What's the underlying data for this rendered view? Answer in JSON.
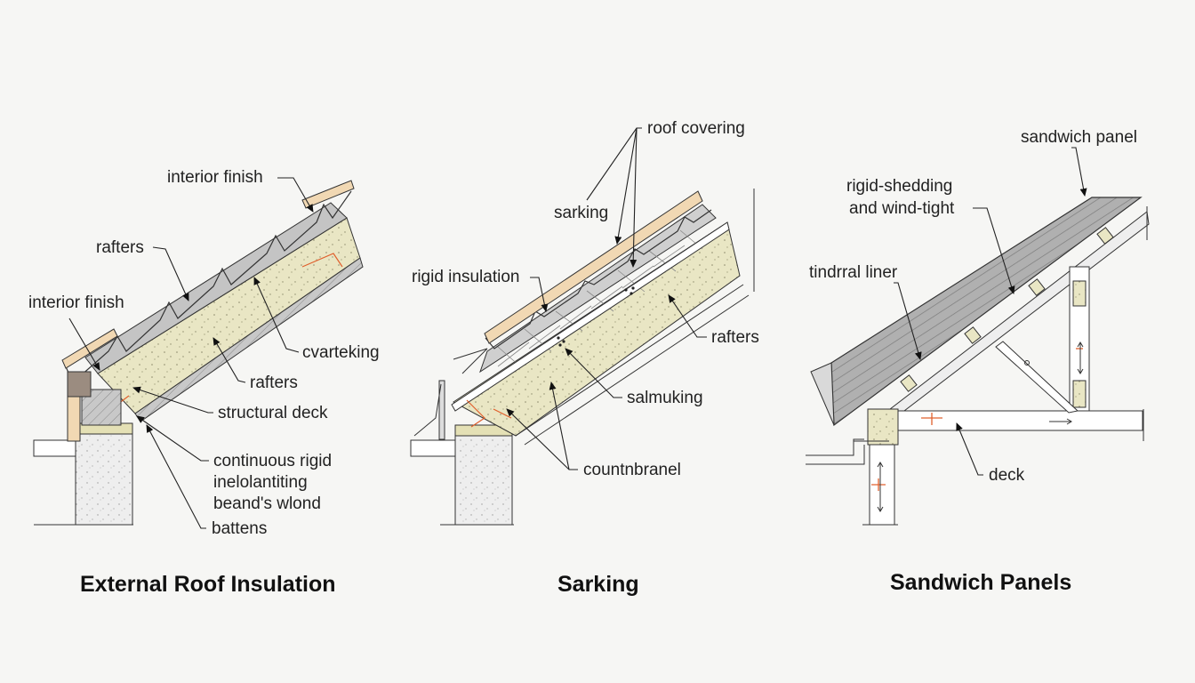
{
  "colors": {
    "background": "#f6f6f4",
    "insulation": "#e9e6c4",
    "timber": "#f1d8b3",
    "membrane": "#bfbfbf",
    "panel_metal": "#a9a9a9",
    "concrete": "#eeeeee",
    "accent_red": "#e0602d"
  },
  "panels": [
    {
      "title": "External Roof Insulation",
      "labels": {
        "interior_finish_top": "interior finish",
        "rafters_top": "rafters",
        "interior_finish_left": "interior finish",
        "cvarteking": "cvarteking",
        "rafters_mid": "rafters",
        "structural_deck": "structural deck",
        "continuous_rigid": [
          "continuous rigid",
          "inelolantiting",
          "beand's wlond"
        ],
        "battens": "battens"
      }
    },
    {
      "title": "Sarking",
      "labels": {
        "roof_covering": "roof covering",
        "sarking": "sarking",
        "rigid_insulation": "rigid insulation",
        "rafters": "rafters",
        "salmuking": "salmuking",
        "countnbranel": "countnbranel"
      }
    },
    {
      "title": "Sandwich Panels",
      "labels": {
        "sandwich_panel": "sandwich panel",
        "rigid_shedding": [
          "rigid-shedding",
          "and wind-tight"
        ],
        "tindrral_liner": "tindrral liner",
        "deck": "deck"
      }
    }
  ]
}
